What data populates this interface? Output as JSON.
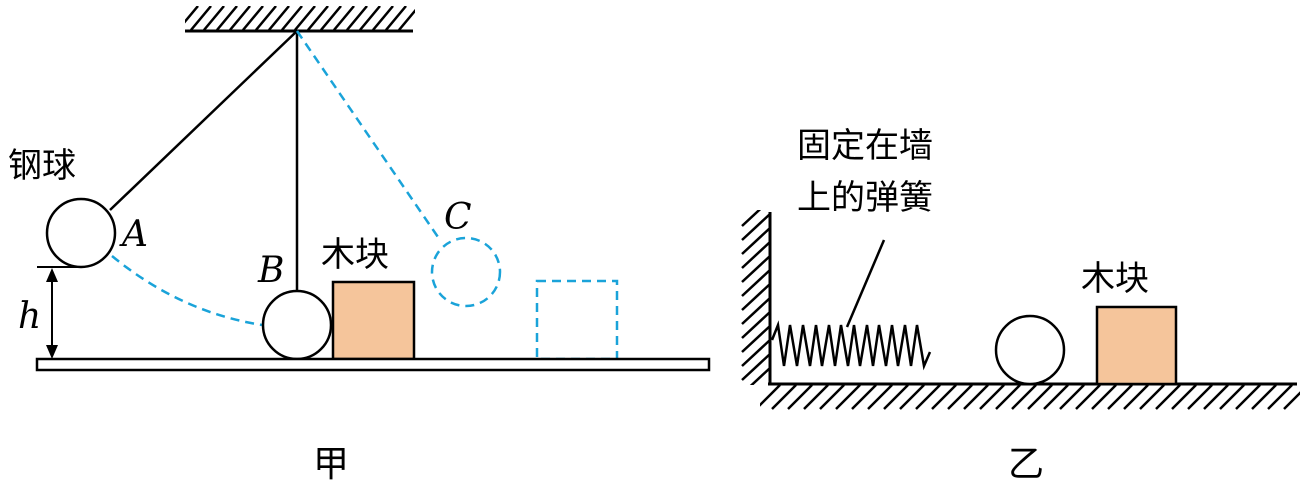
{
  "figure_a": {
    "caption": "甲",
    "ball_label": "钢球",
    "wood_block_label": "木块",
    "point_a": "A",
    "point_b": "B",
    "point_c": "C",
    "height_label": "h"
  },
  "figure_b": {
    "caption": "乙",
    "spring_label_line1": "固定在墙",
    "spring_label_line2": "上的弹簧",
    "wood_block_label": "木块"
  },
  "colors": {
    "line": "#000000",
    "dashed": "#1aa3d9",
    "wood_block": "#f5c59b"
  }
}
